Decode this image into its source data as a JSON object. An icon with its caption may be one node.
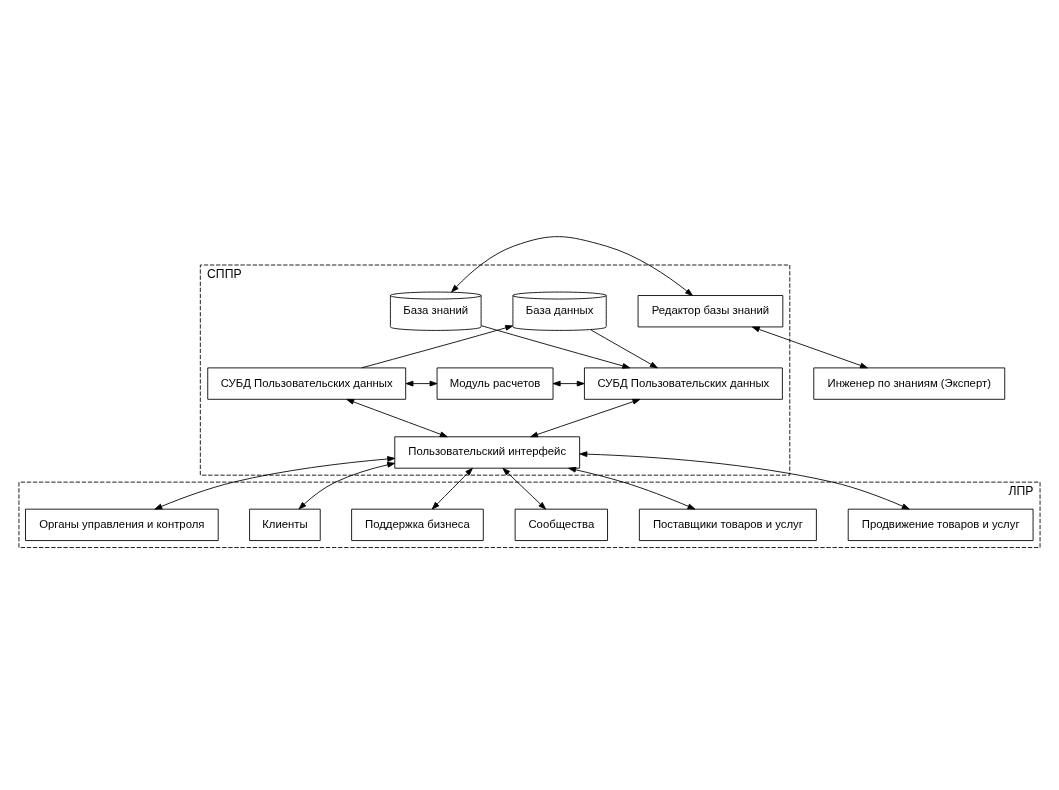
{
  "diagram": {
    "nodes": [
      {
        "text": [
          "СППР"
        ]
      },
      {
        "text": [
          "База данных"
        ],
        "in": 0
      },
      {
        "text": [
          "База знаний"
        ],
        "in": 0
      },
      {
        "text": [
          "Редактор базы знаний"
        ],
        "in": 0
      },
      {
        "text": [
          "Инженер по знаниям (Эксперт)"
        ]
      },
      {
        "text": [
          "СУБД Пользовательских данных"
        ],
        "in": 0
      },
      {
        "text": [
          "Модуль расчетов"
        ],
        "in": 0
      },
      {
        "text": [
          "СУБД Пользовательских данных"
        ],
        "in": 0
      },
      {
        "text": [
          "Пользовательский интерфейс"
        ],
        "in": 0
      },
      {
        "text": [
          "ЛПР"
        ]
      },
      {
        "text": [
          "Продвижение товаров и услуг"
        ],
        "in": 9
      },
      {
        "text": [
          "Поставщики товаров и услуг"
        ],
        "in": 9
      },
      {
        "text": [
          "Сообщества"
        ],
        "in": 9
      },
      {
        "text": [
          "Поддержка бизнеса"
        ],
        "in": 9
      },
      {
        "text": [
          "Клиенты"
        ],
        "in": 9
      },
      {
        "text": [
          "Органы управления и контроля"
        ],
        "in": 9
      }
    ],
    "edges": [
      {
        "from": 2,
        "to": 3,
        "arrow": "both"
      },
      {
        "from": 3,
        "to": 4,
        "arrow": "both"
      },
      {
        "from": 5,
        "to": 1,
        "arrow": "to"
      },
      {
        "from": 1,
        "to": 7,
        "arrow": "to"
      },
      {
        "from": 2,
        "to": 7,
        "arrow": "to"
      },
      {
        "from": 5,
        "to": 6,
        "arrow": "both"
      },
      {
        "from": 6,
        "to": 7,
        "arrow": "both"
      },
      {
        "from": 5,
        "to": 8,
        "arrow": "both"
      },
      {
        "from": 7,
        "to": 8,
        "arrow": "both"
      },
      {
        "from": 8,
        "to": 10,
        "arrow": "both"
      },
      {
        "from": 8,
        "to": 11,
        "arrow": "both"
      },
      {
        "from": 8,
        "to": 12,
        "arrow": "both"
      },
      {
        "from": 8,
        "to": 13,
        "arrow": "both"
      },
      {
        "from": 8,
        "to": 14,
        "arrow": "both"
      },
      {
        "from": 8,
        "to": 15,
        "arrow": "both"
      }
    ]
  }
}
